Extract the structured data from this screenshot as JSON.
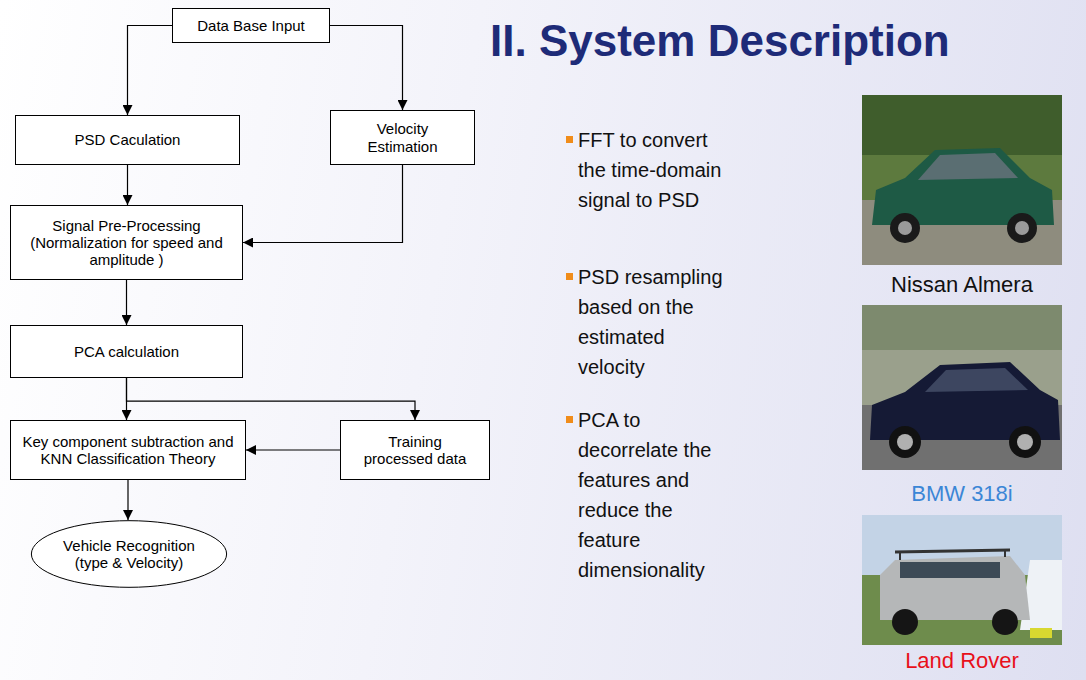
{
  "diagram": {
    "title": "II. System Description",
    "nodes": [
      {
        "text": [
          "Data Base Input"
        ]
      },
      {
        "text": [
          "PSD Caculation"
        ]
      },
      {
        "text": [
          "Velocity Estimation"
        ]
      },
      {
        "text": [
          "Signal Pre-Processing (Normalization for speed and amplitude )"
        ]
      },
      {
        "text": [
          "PCA calculation"
        ]
      },
      {
        "text": [
          "Key component subtraction and KNN Classification Theory"
        ]
      },
      {
        "text": [
          "Training processed data"
        ]
      },
      {
        "text": [
          "Vehicle Recognition (type & Velocity)"
        ]
      }
    ],
    "edges": [
      {
        "from": 0,
        "to": 1,
        "arrow": "to"
      },
      {
        "from": 0,
        "to": 2,
        "arrow": "to"
      },
      {
        "from": 1,
        "to": 3,
        "arrow": "to"
      },
      {
        "from": 2,
        "to": 3,
        "arrow": "to"
      },
      {
        "from": 3,
        "to": 4,
        "arrow": "to"
      },
      {
        "from": 4,
        "to": 5,
        "arrow": "to"
      },
      {
        "from": 4,
        "to": 6,
        "arrow": "to"
      },
      {
        "from": 6,
        "to": 5,
        "arrow": "to"
      },
      {
        "from": 5,
        "to": 7,
        "arrow": "to"
      }
    ],
    "labels": [
      "FFT to convert the time-domain signal to PSD",
      "PSD resampling based on the estimated velocity",
      "PCA to decorrelate the features and reduce the feature dimensionality",
      "Nissan Almera",
      "BMW 318i",
      "Land Rover"
    ]
  }
}
